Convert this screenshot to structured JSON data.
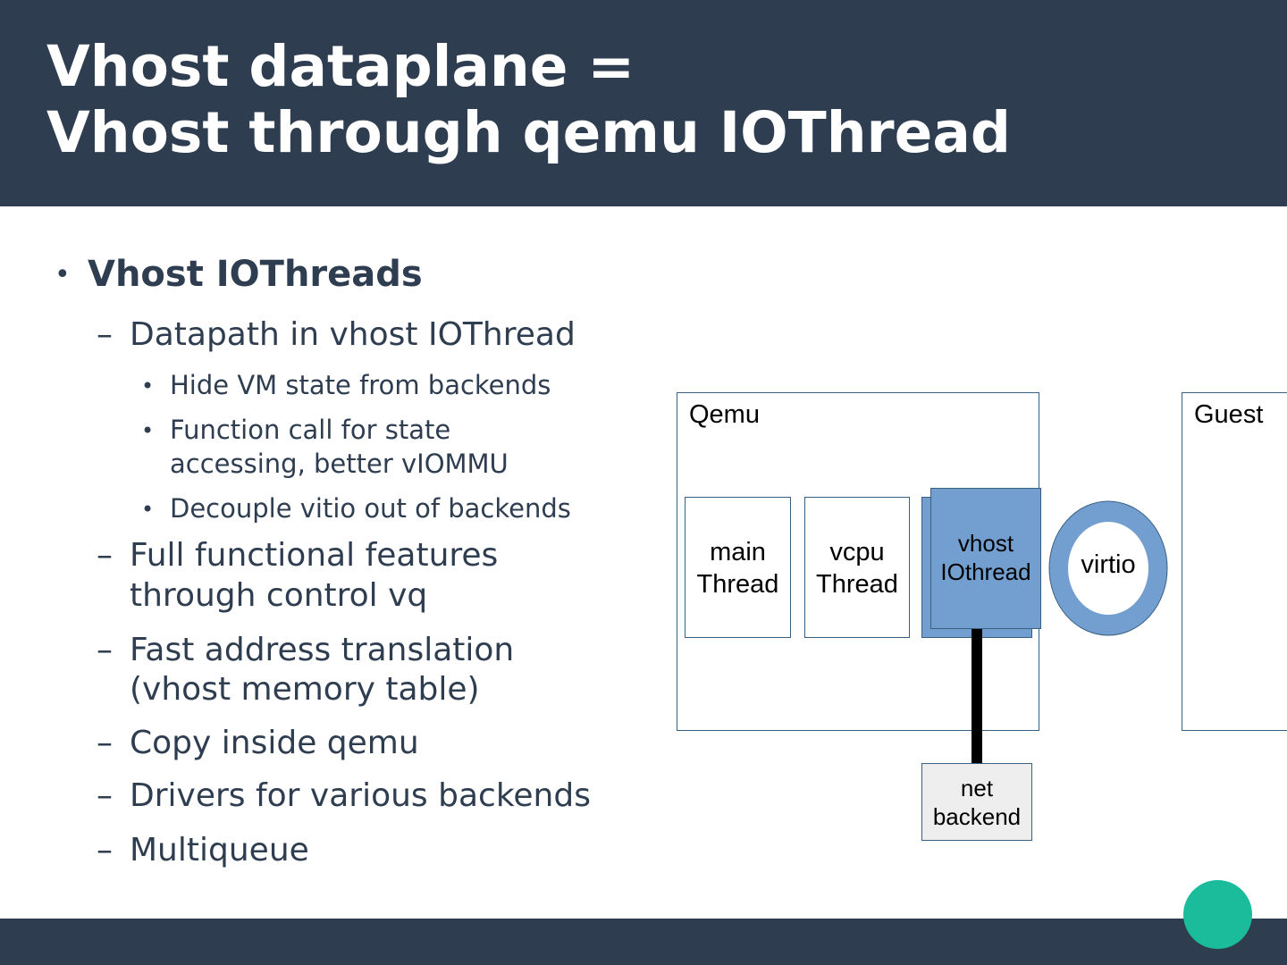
{
  "slide": {
    "title_line1": "Vhost dataplane =",
    "title_line2": "Vhost through qemu IOThread"
  },
  "bullets": {
    "heading": "Vhost IOThreads",
    "item1": "Datapath in vhost IOThread",
    "item1_sub1": "Hide VM state from backends",
    "item1_sub2_line1": "Function call for state",
    "item1_sub2_line2": "accessing, better vIOMMU",
    "item1_sub3": "Decouple vitio out of backends",
    "item2_line1": "Full functional features",
    "item2_line2": "through control vq",
    "item3_line1": "Fast address translation",
    "item3_line2": "(vhost memory table)",
    "item4": "Copy inside qemu",
    "item5": "Drivers for various backends",
    "item6": "Multiqueue"
  },
  "diagram": {
    "qemu_label": "Qemu",
    "guest_label": "Guest",
    "main_thread_line1": "main",
    "main_thread_line2": "Thread",
    "vcpu_thread_line1": "vcpu",
    "vcpu_thread_line2": "Thread",
    "vhost_iothread_line1": "vhost",
    "vhost_iothread_line2": "IOthread",
    "virtio_label": "virtio",
    "net_backend_line1": "net",
    "net_backend_line2": "backend"
  },
  "colors": {
    "header_bg": "#2e3d50",
    "accent_dot": "#1abc9c",
    "vhost_fill": "#729fcf"
  }
}
